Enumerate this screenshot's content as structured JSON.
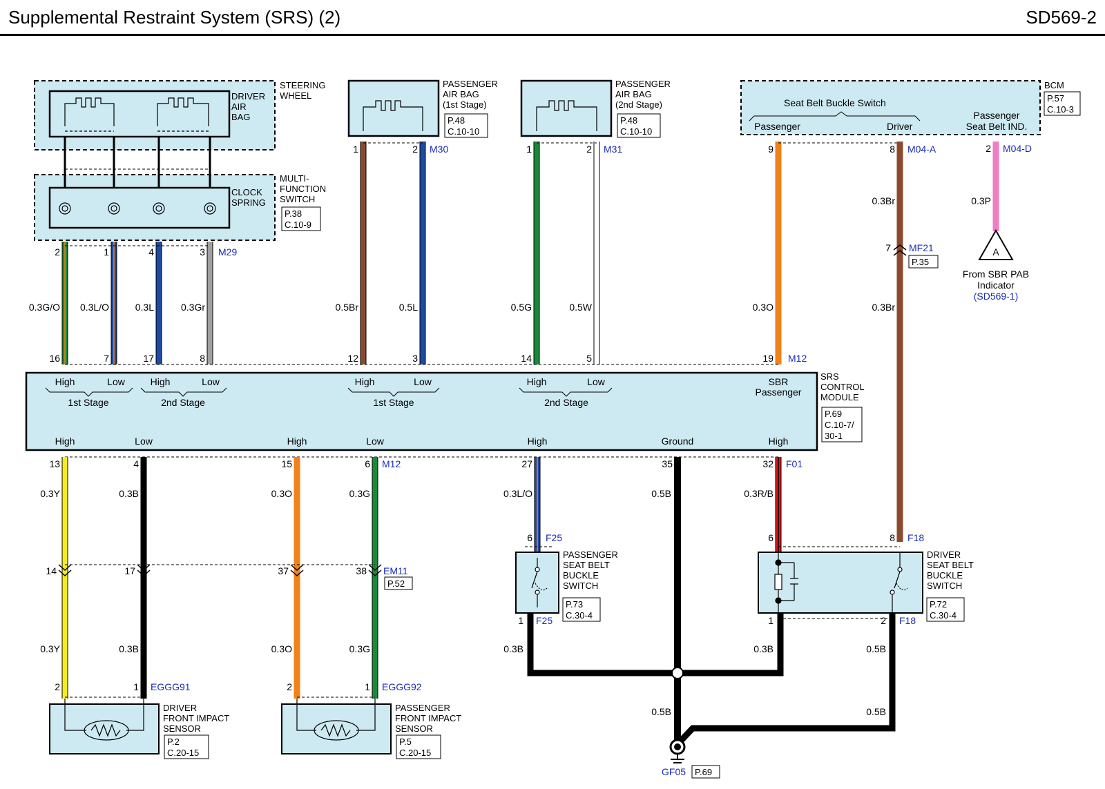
{
  "header": {
    "title": "Supplemental Restraint System (SRS) (2)",
    "code": "SD569-2"
  },
  "components": {
    "steering_wheel": "STEERING WHEEL",
    "driver_air_bag": "DRIVER AIR BAG",
    "clock_spring": "CLOCK SPRING",
    "multi_function_switch": "MULTI- FUNCTION SWITCH",
    "mfs_ref": [
      "P.38",
      "C.10-9"
    ],
    "pab1": "PASSENGER AIR BAG (1st Stage)",
    "pab1_ref": [
      "P.48",
      "C.10-10"
    ],
    "pab2": "PASSENGER AIR BAG (2nd Stage)",
    "pab2_ref": [
      "P.48",
      "C.10-10"
    ],
    "bcm": "BCM",
    "bcm_ref": [
      "P.57",
      "C.10-3"
    ],
    "seat_belt_buckle_switch": "Seat Belt Buckle Switch",
    "bcm_pin_passenger": "Passenger",
    "bcm_pin_driver": "Driver",
    "passenger_seat_belt_ind": "Passenger Seat Belt IND.",
    "srs_control_module": "SRS CONTROL MODULE",
    "srs_ref": [
      "P.69",
      "C.10-7/",
      "30-1"
    ],
    "srs_upper_pins": [
      "High",
      "Low",
      "High",
      "Low",
      "High",
      "Low",
      "High",
      "Low"
    ],
    "srs_upper_groups": [
      "1st Stage",
      "2nd Stage",
      "1st Stage",
      "2nd Stage"
    ],
    "sbr_passenger": "SBR Passenger",
    "srs_lower_pins": [
      "High",
      "Low",
      "High",
      "Low",
      "High",
      "Ground",
      "High"
    ],
    "pass_buckle": "PASSENGER SEAT BELT BUCKLE SWITCH",
    "pass_buckle_ref": [
      "P.73",
      "C.30-4"
    ],
    "drv_buckle": "DRIVER SEAT BELT BUCKLE SWITCH",
    "drv_buckle_ref": [
      "P.72",
      "C.30-4"
    ],
    "drv_impact": "DRIVER FRONT IMPACT SENSOR",
    "drv_impact_ref": [
      "P.2",
      "C.20-15"
    ],
    "pass_impact": "PASSENGER FRONT IMPACT SENSOR",
    "pass_impact_ref": [
      "P.5",
      "C.20-15"
    ],
    "from_sbr": "From SBR PAB Indicator",
    "from_sbr_ref": "(SD569-1)",
    "connector_a": "A"
  },
  "connectors": {
    "M29": "M29",
    "M30": "M30",
    "M31": "M31",
    "M04A": "M04-A",
    "M04D": "M04-D",
    "MF21": "MF21",
    "MF21_ref": "P.35",
    "M12_top": "M12",
    "M12_bottom": "M12",
    "F01": "F01",
    "F25_top": "F25",
    "F25_bottom": "F25",
    "F18_top": "F18",
    "F18_bottom": "F18",
    "EM11": "EM11",
    "EM11_ref": "P.52",
    "EGGG91": "EGGG91",
    "EGGG92": "EGGG92",
    "GF05": "GF05",
    "GF05_ref": "P.69"
  },
  "pins": {
    "m29": [
      "2",
      "1",
      "4",
      "3"
    ],
    "m12_top": [
      "16",
      "7",
      "17",
      "8",
      "12",
      "3",
      "14",
      "5",
      "19"
    ],
    "m30": [
      "1",
      "2"
    ],
    "m31": [
      "1",
      "2"
    ],
    "bcm_pass": "9",
    "bcm_drv": "8",
    "bcm_ind": "2",
    "mf21": "7",
    "m12_bottom": [
      "13",
      "4",
      "15",
      "6",
      "27",
      "35",
      "32"
    ],
    "em11": [
      "14",
      "17",
      "37",
      "38"
    ],
    "f25_top": "6",
    "f25_bottom": "1",
    "f18_top_left": "6",
    "f18_top_right": "8",
    "f18_bottom_left": "1",
    "f18_bottom_right": "2",
    "eggg91": [
      "2",
      "1"
    ],
    "eggg92": [
      "2",
      "1"
    ]
  },
  "wires": {
    "w1": "0.3G/O",
    "w2": "0.3L/O",
    "w3": "0.3L",
    "w4": "0.3Gr",
    "w5": "0.5Br",
    "w6": "0.5L",
    "w7": "0.5G",
    "w8": "0.5W",
    "w9": "0.3O",
    "w10": "0.3Br",
    "w10b": "0.3Br",
    "w11": "0.3P",
    "l1": "0.3Y",
    "l2": "0.3B",
    "l3": "0.3O",
    "l4": "0.3G",
    "l5": "0.3L/O",
    "l6": "0.5B",
    "l7": "0.3R/B",
    "s1": "0.3Y",
    "s2": "0.3B",
    "s3": "0.3O",
    "s4": "0.3G",
    "g1": "0.3B",
    "g2": "0.3B",
    "g3": "0.5B",
    "g4": "0.5B",
    "g5": "0.5B"
  },
  "colors": {
    "component_fill": "#cde9f1",
    "wire_green": "#1a8a3a",
    "wire_orange": "#f08218",
    "wire_blue": "#1e4aa0",
    "wire_gray": "#a0a0a0",
    "wire_brown": "#8b4a2e",
    "wire_yellow": "#f5ec1e",
    "wire_black": "#000000",
    "wire_red": "#e0141e",
    "wire_pink": "#f07ec4",
    "wire_white": "#ffffff",
    "connector_text": "#1a2ab8"
  }
}
